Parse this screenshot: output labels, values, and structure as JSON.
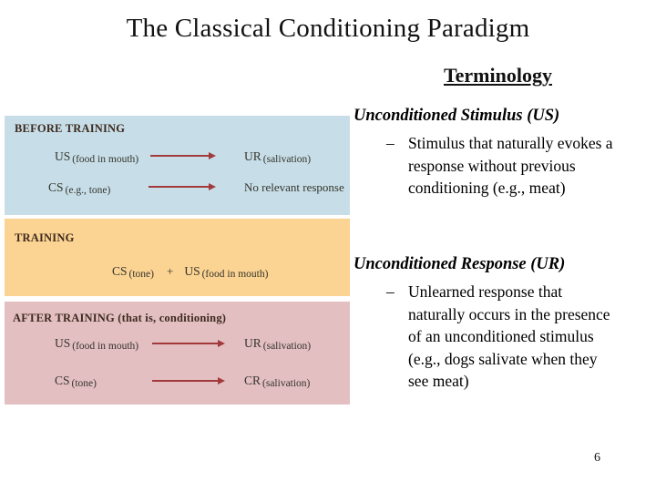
{
  "slide": {
    "title": "The Classical Conditioning Paradigm",
    "subtitle": "Terminology",
    "page_number": "6"
  },
  "figure": {
    "arrow_color": "#a23a3c",
    "panel_colors": {
      "before": "#c7dee8",
      "training": "#fbd392",
      "after": "#e3bfc2"
    },
    "panels": [
      {
        "header": "BEFORE TRAINING",
        "rows": [
          {
            "left_main": "US",
            "left_sub": "(food in mouth)",
            "right_main": "UR",
            "right_sub": "(salivation)"
          },
          {
            "left_main": "CS",
            "left_sub": "(e.g., tone)",
            "right_text": "No relevant response"
          }
        ]
      },
      {
        "header": "TRAINING",
        "row": {
          "cs_main": "CS",
          "cs_sub": "(tone)",
          "plus": "+",
          "us_main": "US",
          "us_sub": "(food in mouth)"
        }
      },
      {
        "header": "AFTER TRAINING (that is, conditioning)",
        "rows": [
          {
            "left_main": "US",
            "left_sub": "(food in mouth)",
            "right_main": "UR",
            "right_sub": "(salivation)"
          },
          {
            "left_main": "CS",
            "left_sub": "(tone)",
            "right_main": "CR",
            "right_sub": "(salivation)"
          }
        ]
      }
    ]
  },
  "terms": [
    {
      "heading": "Unconditioned Stimulus (US)",
      "dash": "–",
      "definition": "Stimulus that naturally evokes a response without previous conditioning (e.g., meat)",
      "lines": [
        "Stimulus that naturally evokes a",
        "response without previous",
        "conditioning (e.g., meat)"
      ]
    },
    {
      "heading": "Unconditioned Response (UR)",
      "dash": "–",
      "definition": "Unlearned response that naturally occurs in the presence of an unconditioned stimulus (e.g., dogs salivate when they see meat)",
      "lines": [
        "Unlearned response that",
        "naturally occurs in the presence",
        "of an unconditioned stimulus",
        "(e.g., dogs salivate when they",
        "see meat)"
      ]
    }
  ]
}
